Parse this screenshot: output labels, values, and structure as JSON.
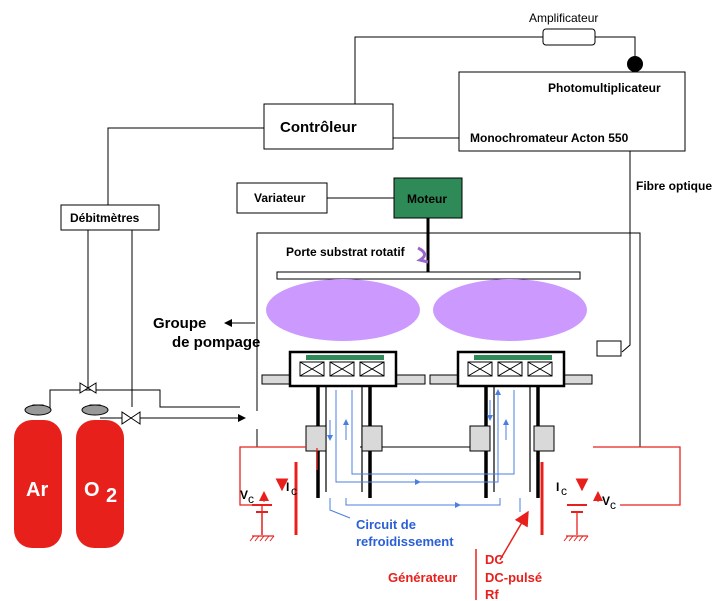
{
  "labels": {
    "amplificateur": "Amplificateur",
    "photomultiplicateur": "Photomultiplicateur",
    "controleur": "Contrôleur",
    "monochromateur": "Monochromateur Acton 550",
    "fibre_optique": "Fibre optique",
    "variateur": "Variateur",
    "moteur": "Moteur",
    "debitmetres": "Débitmètres",
    "porte_substrat": "Porte substrat rotatif",
    "groupe_line1": "Groupe",
    "groupe_line2": "de pompage",
    "circuit_line1": "Circuit de",
    "circuit_line2": "refroidissement",
    "generateur": "Générateur",
    "gen_dc": "DC",
    "gen_dc_pulse": "DC-pulsé",
    "gen_rf": "Rf",
    "ic_left": "I",
    "ic_left_sub": "c",
    "vc_left": "V",
    "vc_left_sub": "c",
    "ic_right": "I",
    "ic_right_sub": "c",
    "vc_right": "V",
    "vc_right_sub": "c",
    "gas_ar": "Ar",
    "gas_o2": "O",
    "gas_o2_sub": "2"
  },
  "colors": {
    "moteur_fill": "#2e8b57",
    "plasma_fill": "#cc99ff",
    "cylinder_fill": "#e8201c",
    "electric_wire": "#e8201c",
    "cooling_wire": "#4a7fe0",
    "target_shield": "#d9d9d9"
  },
  "icons": {
    "rotation": "rotation-arrow-icon",
    "valve": "valve-icon",
    "ground": "ground-icon",
    "battery": "battery-icon"
  }
}
